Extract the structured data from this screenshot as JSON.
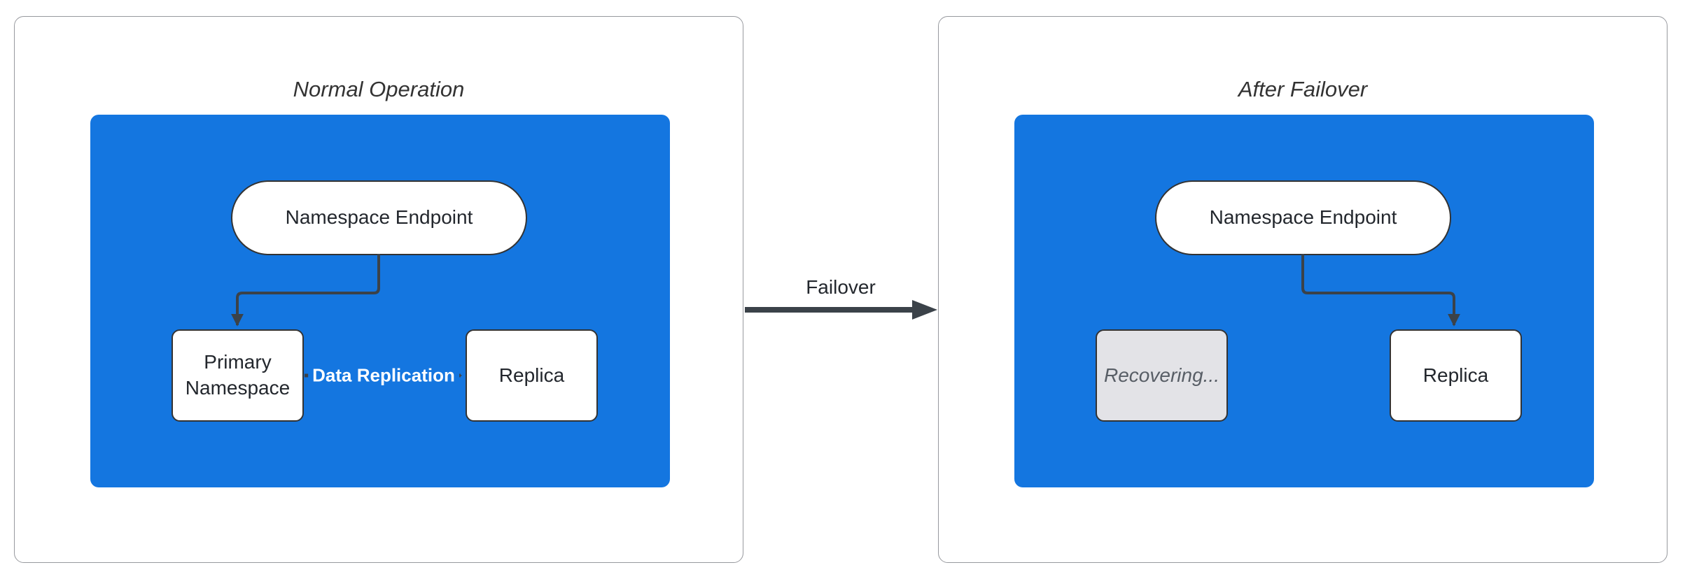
{
  "transition": {
    "label": "Failover"
  },
  "left_panel": {
    "title": "Normal Operation",
    "nodes": {
      "endpoint": {
        "label": "Namespace Endpoint",
        "shape": "stadium"
      },
      "primary": {
        "label": "Primary Namespace",
        "shape": "rect"
      },
      "replica": {
        "label": "Replica",
        "shape": "rect"
      }
    },
    "edges": {
      "endpoint_to_primary": {
        "label": ""
      },
      "primary_to_replica": {
        "label": "Data Replication"
      }
    }
  },
  "right_panel": {
    "title": "After Failover",
    "nodes": {
      "endpoint": {
        "label": "Namespace Endpoint",
        "shape": "stadium"
      },
      "recovering": {
        "label": "Recovering...",
        "state": "recovering"
      },
      "replica": {
        "label": "Replica",
        "shape": "rect"
      }
    },
    "edges": {
      "endpoint_to_replica": {
        "label": ""
      }
    }
  },
  "colors": {
    "container_fill": "#1476E0",
    "node_fill": "#ffffff",
    "node_border": "#333333",
    "edge_stroke": "#3B4249",
    "recovering_fill": "#E3E3E7",
    "recovering_text": "#585E66",
    "panel_border": "#97999e",
    "title_text": "#333333",
    "node_text": "#23272d",
    "edge_label_text": "#ffffff"
  }
}
